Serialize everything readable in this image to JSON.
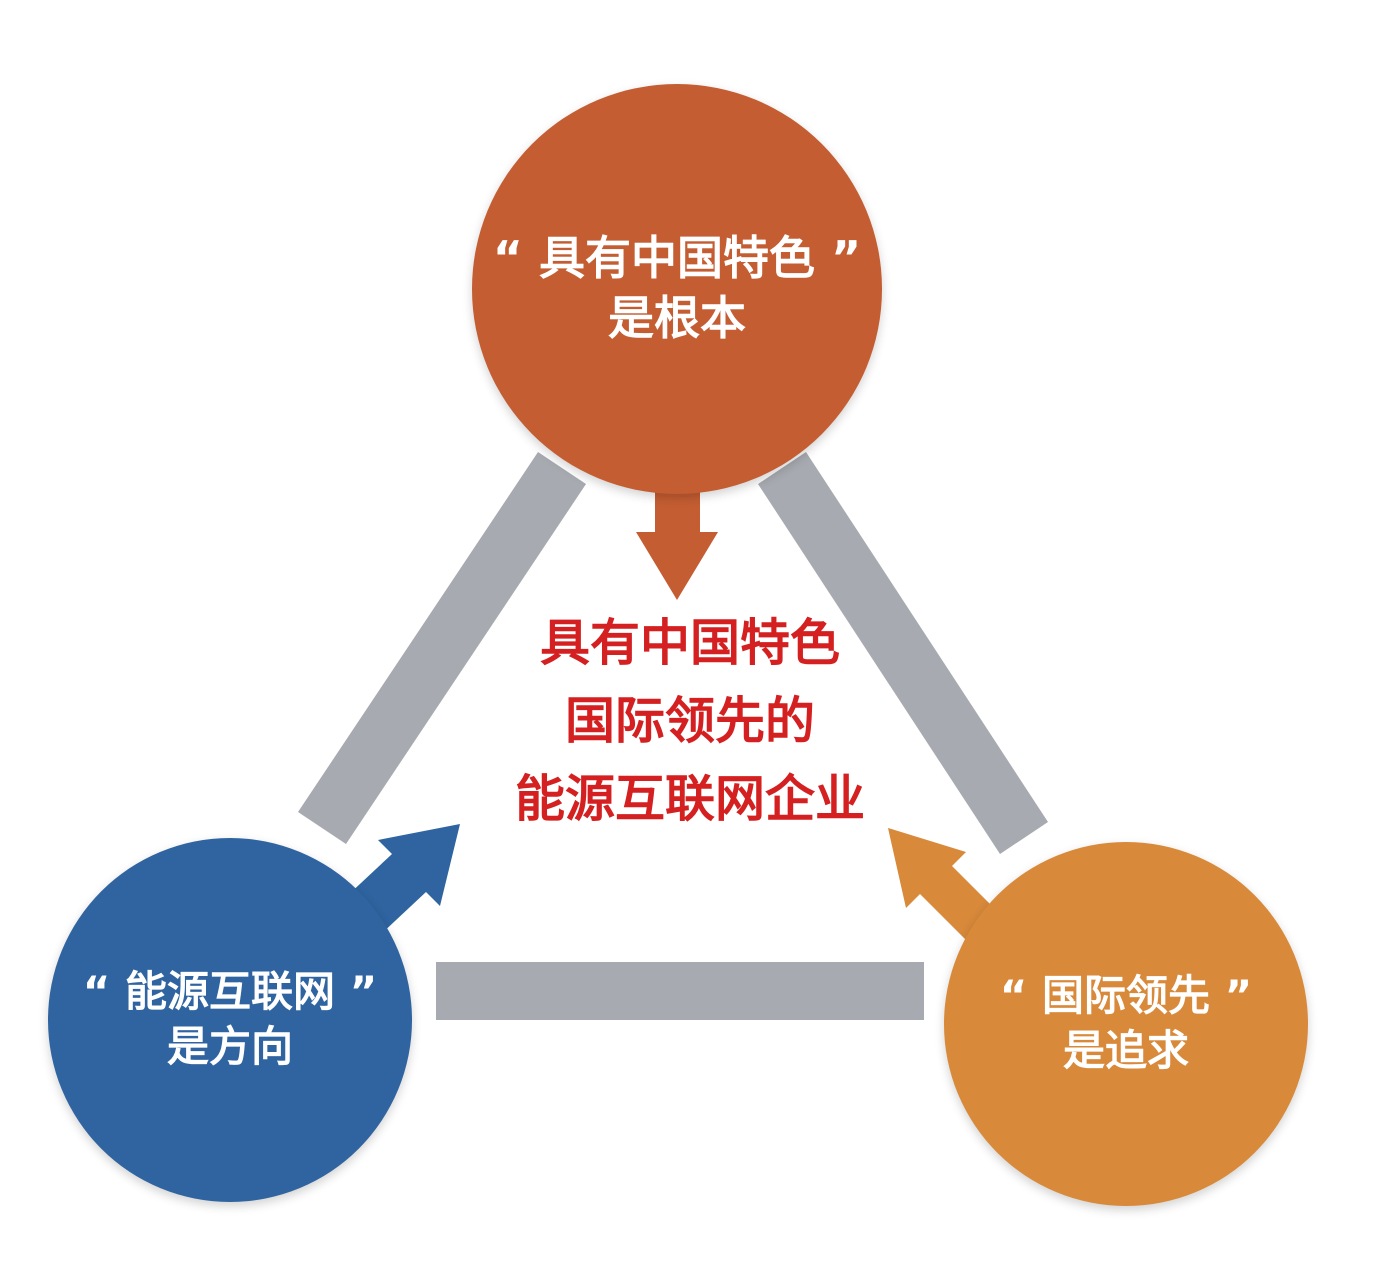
{
  "colors": {
    "top_node": "#c45d32",
    "left_node": "#2f64a0",
    "right_node": "#d8893a",
    "connector": "#a7aab0",
    "core_text": "#d42020"
  },
  "nodes": {
    "top": {
      "line1": "“ 具有中国特色 ”",
      "line2": "是根本"
    },
    "left": {
      "line1": "“ 能源互联网 ”",
      "line2": "是方向"
    },
    "right": {
      "line1": "“ 国际领先 ”",
      "line2": "是追求"
    }
  },
  "core": {
    "line1": "具有中国特色",
    "line2": "国际领先的",
    "line3": "能源互联网企业"
  }
}
